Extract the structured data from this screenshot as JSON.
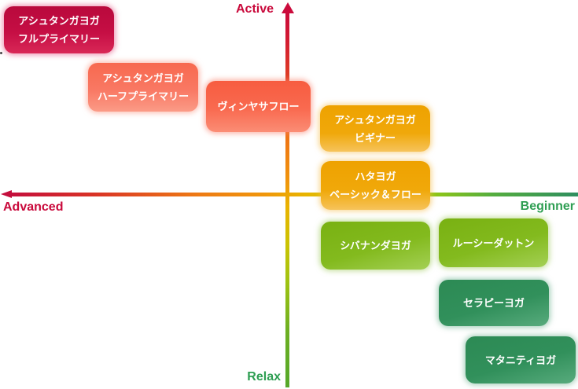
{
  "diagram": {
    "type": "quadrant-positioning-map",
    "axes": {
      "top": {
        "label": "Active",
        "color": "#c9093b"
      },
      "bottom": {
        "label": "Relax",
        "color": "#2e9e52"
      },
      "left": {
        "label": "Advanced",
        "color": "#c9093b"
      },
      "right": {
        "label": "Beginner",
        "color": "#2e9e52"
      }
    },
    "axis_gradient": {
      "vertical": [
        "#c9093b",
        "#f0940c",
        "#55a82a"
      ],
      "horizontal": [
        "#c40e3c",
        "#f0970b",
        "#2e8e5f"
      ]
    },
    "items": [
      {
        "name": "ashtanga-full-primary",
        "lines": [
          "アシュタンガヨガ",
          "フルプライマリー"
        ],
        "color": "#c00d42",
        "quadrant": "active-advanced"
      },
      {
        "name": "ashtanga-half-primary",
        "lines": [
          "アシュタンガヨガ",
          "ハーフプライマリー"
        ],
        "color": "#f97863",
        "quadrant": "active-advanced"
      },
      {
        "name": "vinyasa-flow",
        "lines": [
          "ヴィンヤサフロー"
        ],
        "color": "#f96a50",
        "quadrant": "active-center"
      },
      {
        "name": "ashtanga-beginner",
        "lines": [
          "アシュタンガヨガ",
          "ビギナー"
        ],
        "color": "#f0a80a",
        "quadrant": "active-beginner"
      },
      {
        "name": "hatha-basic-flow",
        "lines": [
          "ハタヨガ",
          "ベーシック＆フロー"
        ],
        "color": "#f0a80a",
        "quadrant": "center-beginner"
      },
      {
        "name": "sivananda-yoga",
        "lines": [
          "シバナンダヨガ"
        ],
        "color": "#83ba1e",
        "quadrant": "relax-beginner"
      },
      {
        "name": "rusie-dutton",
        "lines": [
          "ルーシーダットン"
        ],
        "color": "#83ba1e",
        "quadrant": "relax-beginner"
      },
      {
        "name": "therapy-yoga",
        "lines": [
          "セラピーヨガ"
        ],
        "color": "#31905b",
        "quadrant": "relax-beginner"
      },
      {
        "name": "maternity-yoga",
        "lines": [
          "マタニティヨガ"
        ],
        "color": "#31905b",
        "quadrant": "relax-beginner"
      }
    ]
  }
}
